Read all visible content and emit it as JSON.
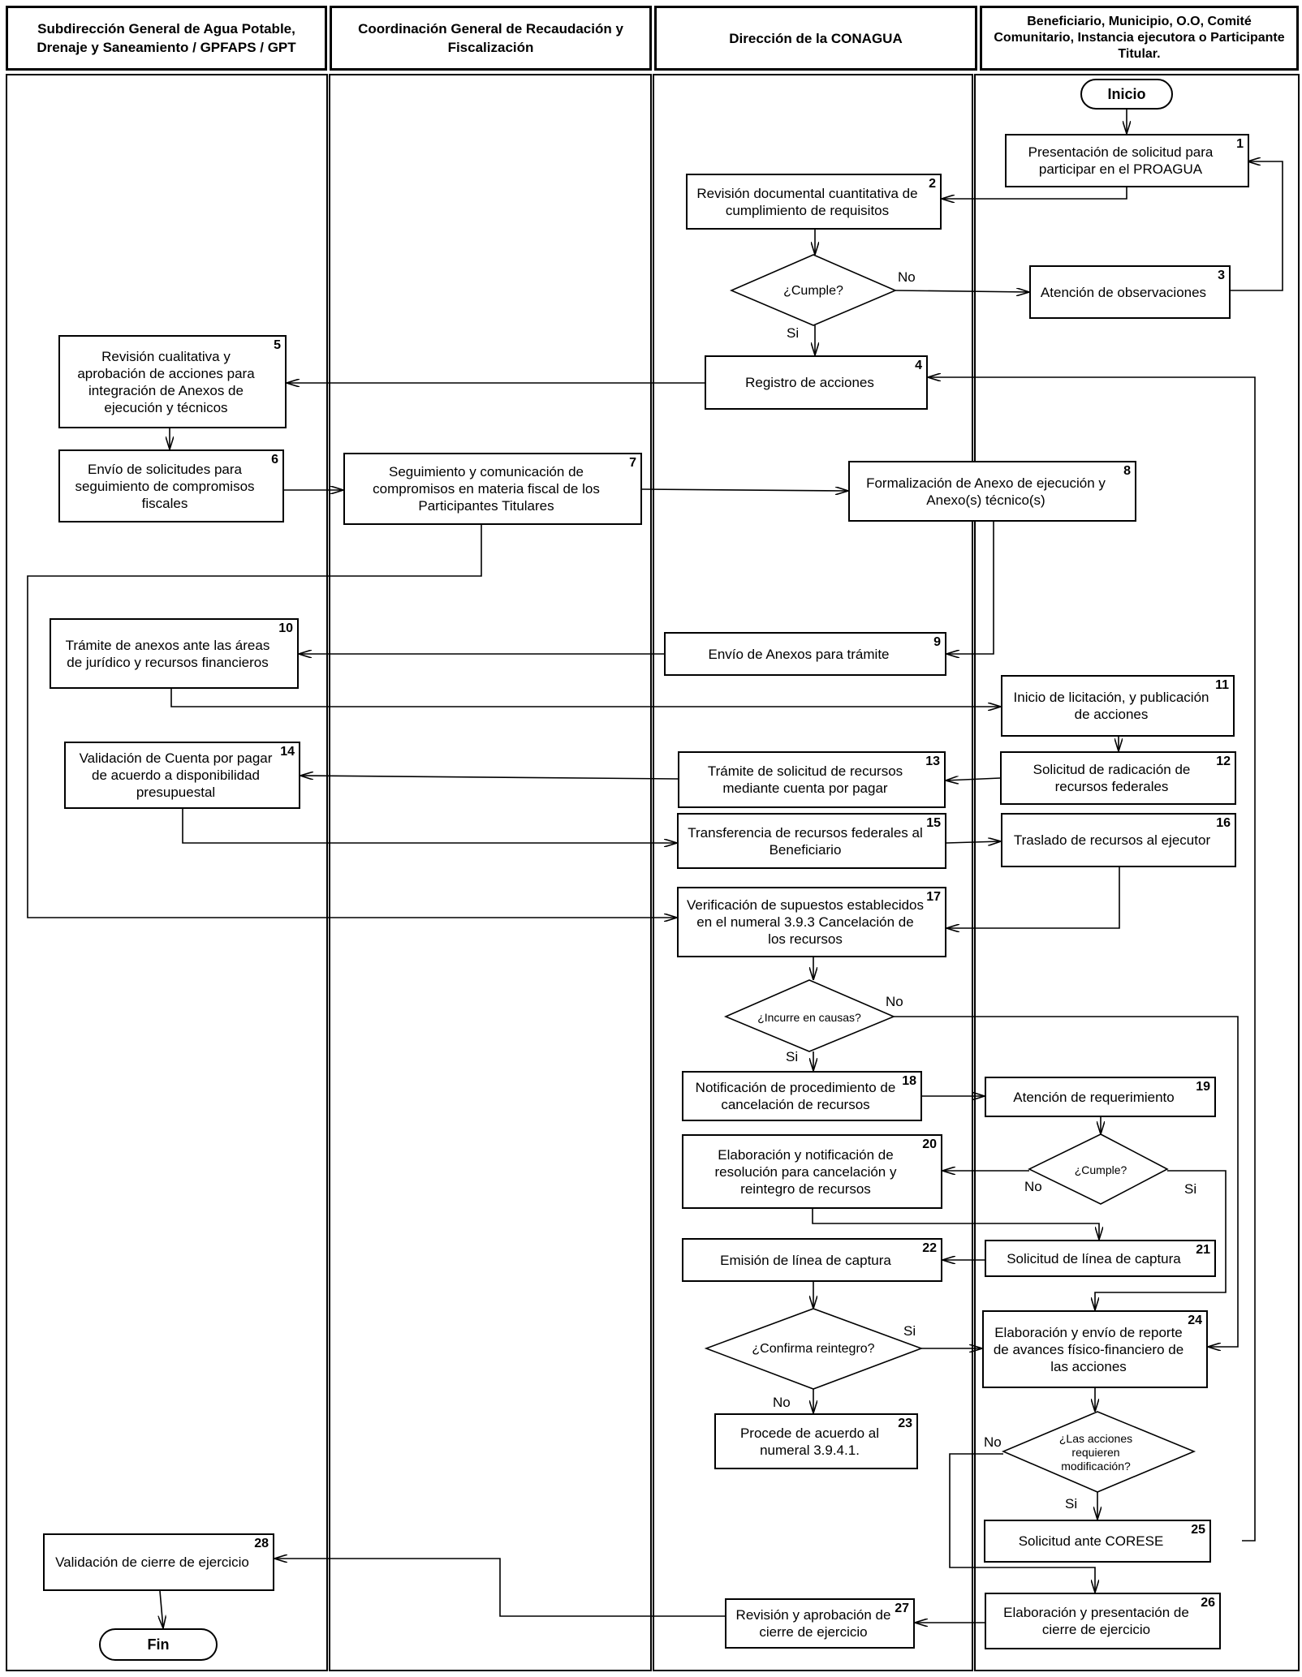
{
  "lanes": [
    "Subdirección General de Agua Potable, Drenaje y Saneamiento / GPFAPS / GPT",
    "Coordinación General de Recaudación y Fiscalización",
    "Dirección de la CONAGUA",
    "Beneficiario, Municipio, O.O, Comité Comunitario, Instancia ejecutora o Participante Titular."
  ],
  "terminals": {
    "start": "Inicio",
    "end": "Fin"
  },
  "steps": {
    "s1": {
      "num": "1",
      "text": "Presentación de solicitud para participar en el PROAGUA"
    },
    "s2": {
      "num": "2",
      "text": "Revisión documental cuantitativa de cumplimiento de requisitos"
    },
    "s3": {
      "num": "3",
      "text": "Atención de observaciones"
    },
    "s4": {
      "num": "4",
      "text": "Registro de acciones"
    },
    "s5": {
      "num": "5",
      "text": "Revisión cualitativa y aprobación de acciones para integración de Anexos de ejecución y técnicos"
    },
    "s6": {
      "num": "6",
      "text": "Envío de solicitudes para seguimiento de compromisos fiscales"
    },
    "s7": {
      "num": "7",
      "text": "Seguimiento y comunicación de compromisos en materia fiscal de los Participantes Titulares"
    },
    "s8": {
      "num": "8",
      "text": "Formalización de Anexo de ejecución y Anexo(s) técnico(s)"
    },
    "s9": {
      "num": "9",
      "text": "Envío de Anexos para trámite"
    },
    "s10": {
      "num": "10",
      "text": "Trámite de anexos ante las áreas de jurídico y recursos financieros"
    },
    "s11": {
      "num": "11",
      "text": "Inicio de licitación, y publicación de acciones"
    },
    "s12": {
      "num": "12",
      "text": "Solicitud de radicación de recursos federales"
    },
    "s13": {
      "num": "13",
      "text": "Trámite de solicitud de recursos mediante cuenta por pagar"
    },
    "s14": {
      "num": "14",
      "text": "Validación de Cuenta por pagar de acuerdo a disponibilidad presupuestal"
    },
    "s15": {
      "num": "15",
      "text": "Transferencia de recursos federales al Beneficiario"
    },
    "s16": {
      "num": "16",
      "text": "Traslado de recursos al ejecutor"
    },
    "s17": {
      "num": "17",
      "text": "Verificación de supuestos establecidos en el numeral 3.9.3 Cancelación de los recursos"
    },
    "s18": {
      "num": "18",
      "text": "Notificación de procedimiento de cancelación de recursos"
    },
    "s19": {
      "num": "19",
      "text": "Atención de requerimiento"
    },
    "s20": {
      "num": "20",
      "text": "Elaboración y notificación de resolución para cancelación y reintegro de recursos"
    },
    "s21": {
      "num": "21",
      "text": "Solicitud de línea de captura"
    },
    "s22": {
      "num": "22",
      "text": "Emisión de línea de captura"
    },
    "s23": {
      "num": "23",
      "text": "Procede de acuerdo al numeral 3.9.4.1."
    },
    "s24": {
      "num": "24",
      "text": "Elaboración y envío de reporte de avances físico-financiero de las acciones"
    },
    "s25": {
      "num": "25",
      "text": "Solicitud ante CORESE"
    },
    "s26": {
      "num": "26",
      "text": "Elaboración y presentación de cierre de ejercicio"
    },
    "s27": {
      "num": "27",
      "text": "Revisión y aprobación de cierre de ejercicio"
    },
    "s28": {
      "num": "28",
      "text": "Validación de cierre de ejercicio"
    }
  },
  "decisions": {
    "d1": "¿Cumple?",
    "d2": "¿Incurre en causas?",
    "d3": "¿Cumple?",
    "d4": "¿Confirma reintegro?",
    "d5": "¿Las acciones requieren modificación?"
  },
  "branch_labels": {
    "yes": "Si",
    "no": "No"
  }
}
